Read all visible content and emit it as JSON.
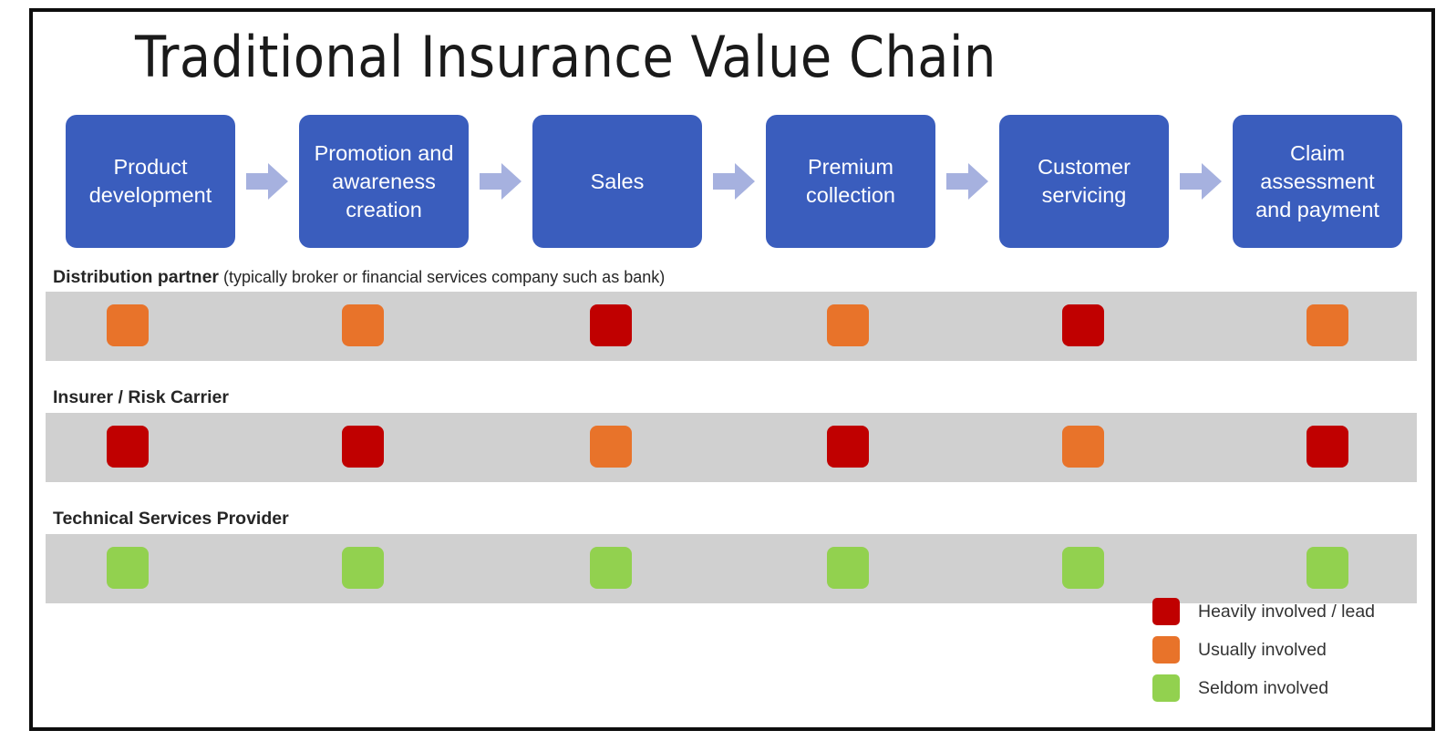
{
  "slide": {
    "title": "Traditional Insurance Value Chain",
    "border_color": "#0d0d0d",
    "background": "#ffffff"
  },
  "process_chain": {
    "box_color": "#3a5dbd",
    "box_text_color": "#ffffff",
    "arrow_color": "#a6b1df",
    "arrow_icon_name": "right-arrow-icon",
    "steps": [
      {
        "label": "Product development"
      },
      {
        "label": "Promotion and awareness creation"
      },
      {
        "label": "Sales"
      },
      {
        "label": "Premium collection"
      },
      {
        "label": "Customer servicing"
      },
      {
        "label": "Claim assessment and payment"
      }
    ]
  },
  "rows": [
    {
      "label": "Distribution partner",
      "sublabel": " (typically broker or financial services company such as bank)",
      "band_color": "#d0d0d0",
      "markers": [
        "usually",
        "usually",
        "heavily",
        "usually",
        "heavily",
        "usually"
      ]
    },
    {
      "label": "Insurer / Risk Carrier",
      "sublabel": "",
      "band_color": "#d0d0d0",
      "markers": [
        "heavily",
        "heavily",
        "usually",
        "heavily",
        "usually",
        "heavily"
      ]
    },
    {
      "label": "Technical Services Provider",
      "sublabel": "",
      "band_color": "#d0d0d0",
      "markers": [
        "seldom",
        "seldom",
        "seldom",
        "seldom",
        "seldom",
        "seldom"
      ]
    }
  ],
  "involvement_colors": {
    "heavily": "#c00000",
    "usually": "#e8732a",
    "seldom": "#92d14f"
  },
  "legend": {
    "items": [
      {
        "key": "heavily",
        "label": "Heavily involved / lead",
        "color": "#c00000"
      },
      {
        "key": "usually",
        "label": "Usually involved",
        "color": "#e8732a"
      },
      {
        "key": "seldom",
        "label": "Seldom involved",
        "color": "#92d14f"
      }
    ]
  }
}
